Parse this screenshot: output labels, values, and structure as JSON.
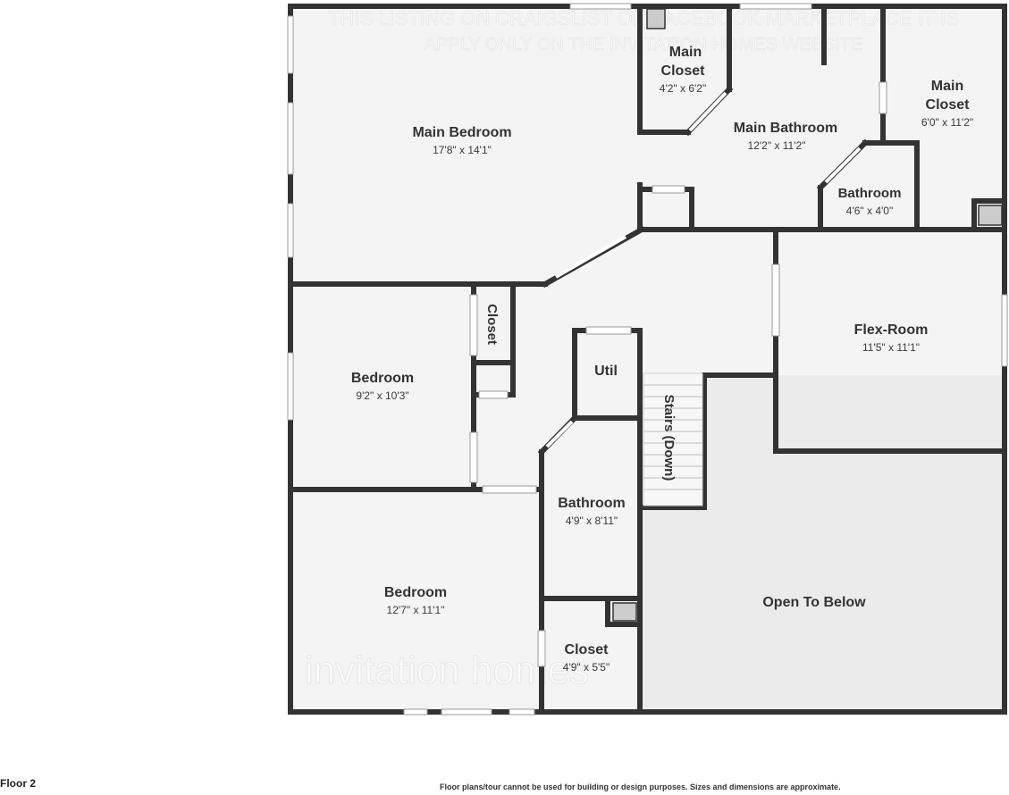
{
  "watermark": {
    "top_line_1": "THIS LISTING ON CRAIGSLIST OR FACEBOOK MARKETPLACE IT IS",
    "top_line_2": "APPLY ONLY ON THE INVITATION HOMES WEBSITE",
    "brand": "invitation homes"
  },
  "rooms": {
    "main_bedroom": {
      "name": "Main Bedroom",
      "dims": "17'8\" x 14'1\""
    },
    "main_closet_small": {
      "name_line1": "Main",
      "name_line2": "Closet",
      "dims": "4'2\" x 6'2\""
    },
    "main_bathroom": {
      "name": "Main Bathroom",
      "dims": "12'2\" x 11'2\""
    },
    "main_closet_large": {
      "name_line1": "Main",
      "name_line2": "Closet",
      "dims": "6'0\" x 11'2\""
    },
    "bathroom_small": {
      "name": "Bathroom",
      "dims": "4'6\" x 4'0\""
    },
    "closet_vertical": {
      "name": "Closet"
    },
    "bedroom_mid": {
      "name": "Bedroom",
      "dims": "9'2\" x 10'3\""
    },
    "flex_room": {
      "name": "Flex-Room",
      "dims": "11'5\" x 11'1\""
    },
    "util": {
      "name": "Util"
    },
    "stairs": {
      "name": "Stairs (Down)"
    },
    "bathroom_hall": {
      "name": "Bathroom",
      "dims": "4'9\" x 8'11\""
    },
    "bedroom_lower": {
      "name": "Bedroom",
      "dims": "12'7\" x 11'1\""
    },
    "closet_lower": {
      "name": "Closet",
      "dims": "4'9\" x 5'5\""
    },
    "open_to_below": {
      "name": "Open To Below"
    }
  },
  "footer": {
    "floor_label": "Floor 2",
    "disclaimer": "Floor plans/tour cannot be used for building or design purposes. Sizes and dimensions are approximate."
  },
  "colors": {
    "wall": "#333333",
    "floor": "#f4f4f4",
    "open_below": "#ebebeb",
    "window": "#ffffff"
  }
}
